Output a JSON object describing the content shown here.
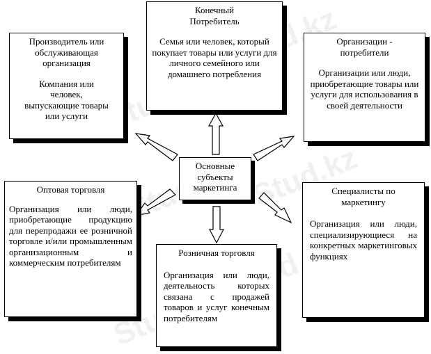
{
  "watermark": {
    "text": "Stud.kz"
  },
  "center": {
    "title": "Основные субъекты маркетинга"
  },
  "consumer": {
    "title": "Конечный Потребитель",
    "description": "Семья или человек, который покупает товары или услуги для личного семейного или домашнего потребления"
  },
  "producer": {
    "title": "Производитель или обслуживающая организация",
    "description": "Компания или человек, выпускающие товары или услуги"
  },
  "organizations": {
    "title": "Организации - потребители",
    "description": "Организации или люди, приобретающие товары или услуги для использования в своей деятельности"
  },
  "wholesale": {
    "title": "Оптовая торговля",
    "description": "Организация или люди, приобретающие продукцию для перепродажи ее розничной торговле и/или промышленным организационным и коммерческим потребителям"
  },
  "retail": {
    "title": "Розничная торговля",
    "description": "Организация или люди, деятельность которых связана с продажей товаров и услуг конечным потребителям"
  },
  "specialists": {
    "title": "Специалисты по маркетингу",
    "description": "Организация или люди, специализирующиеся на конкретных маркетинговых функциях"
  }
}
